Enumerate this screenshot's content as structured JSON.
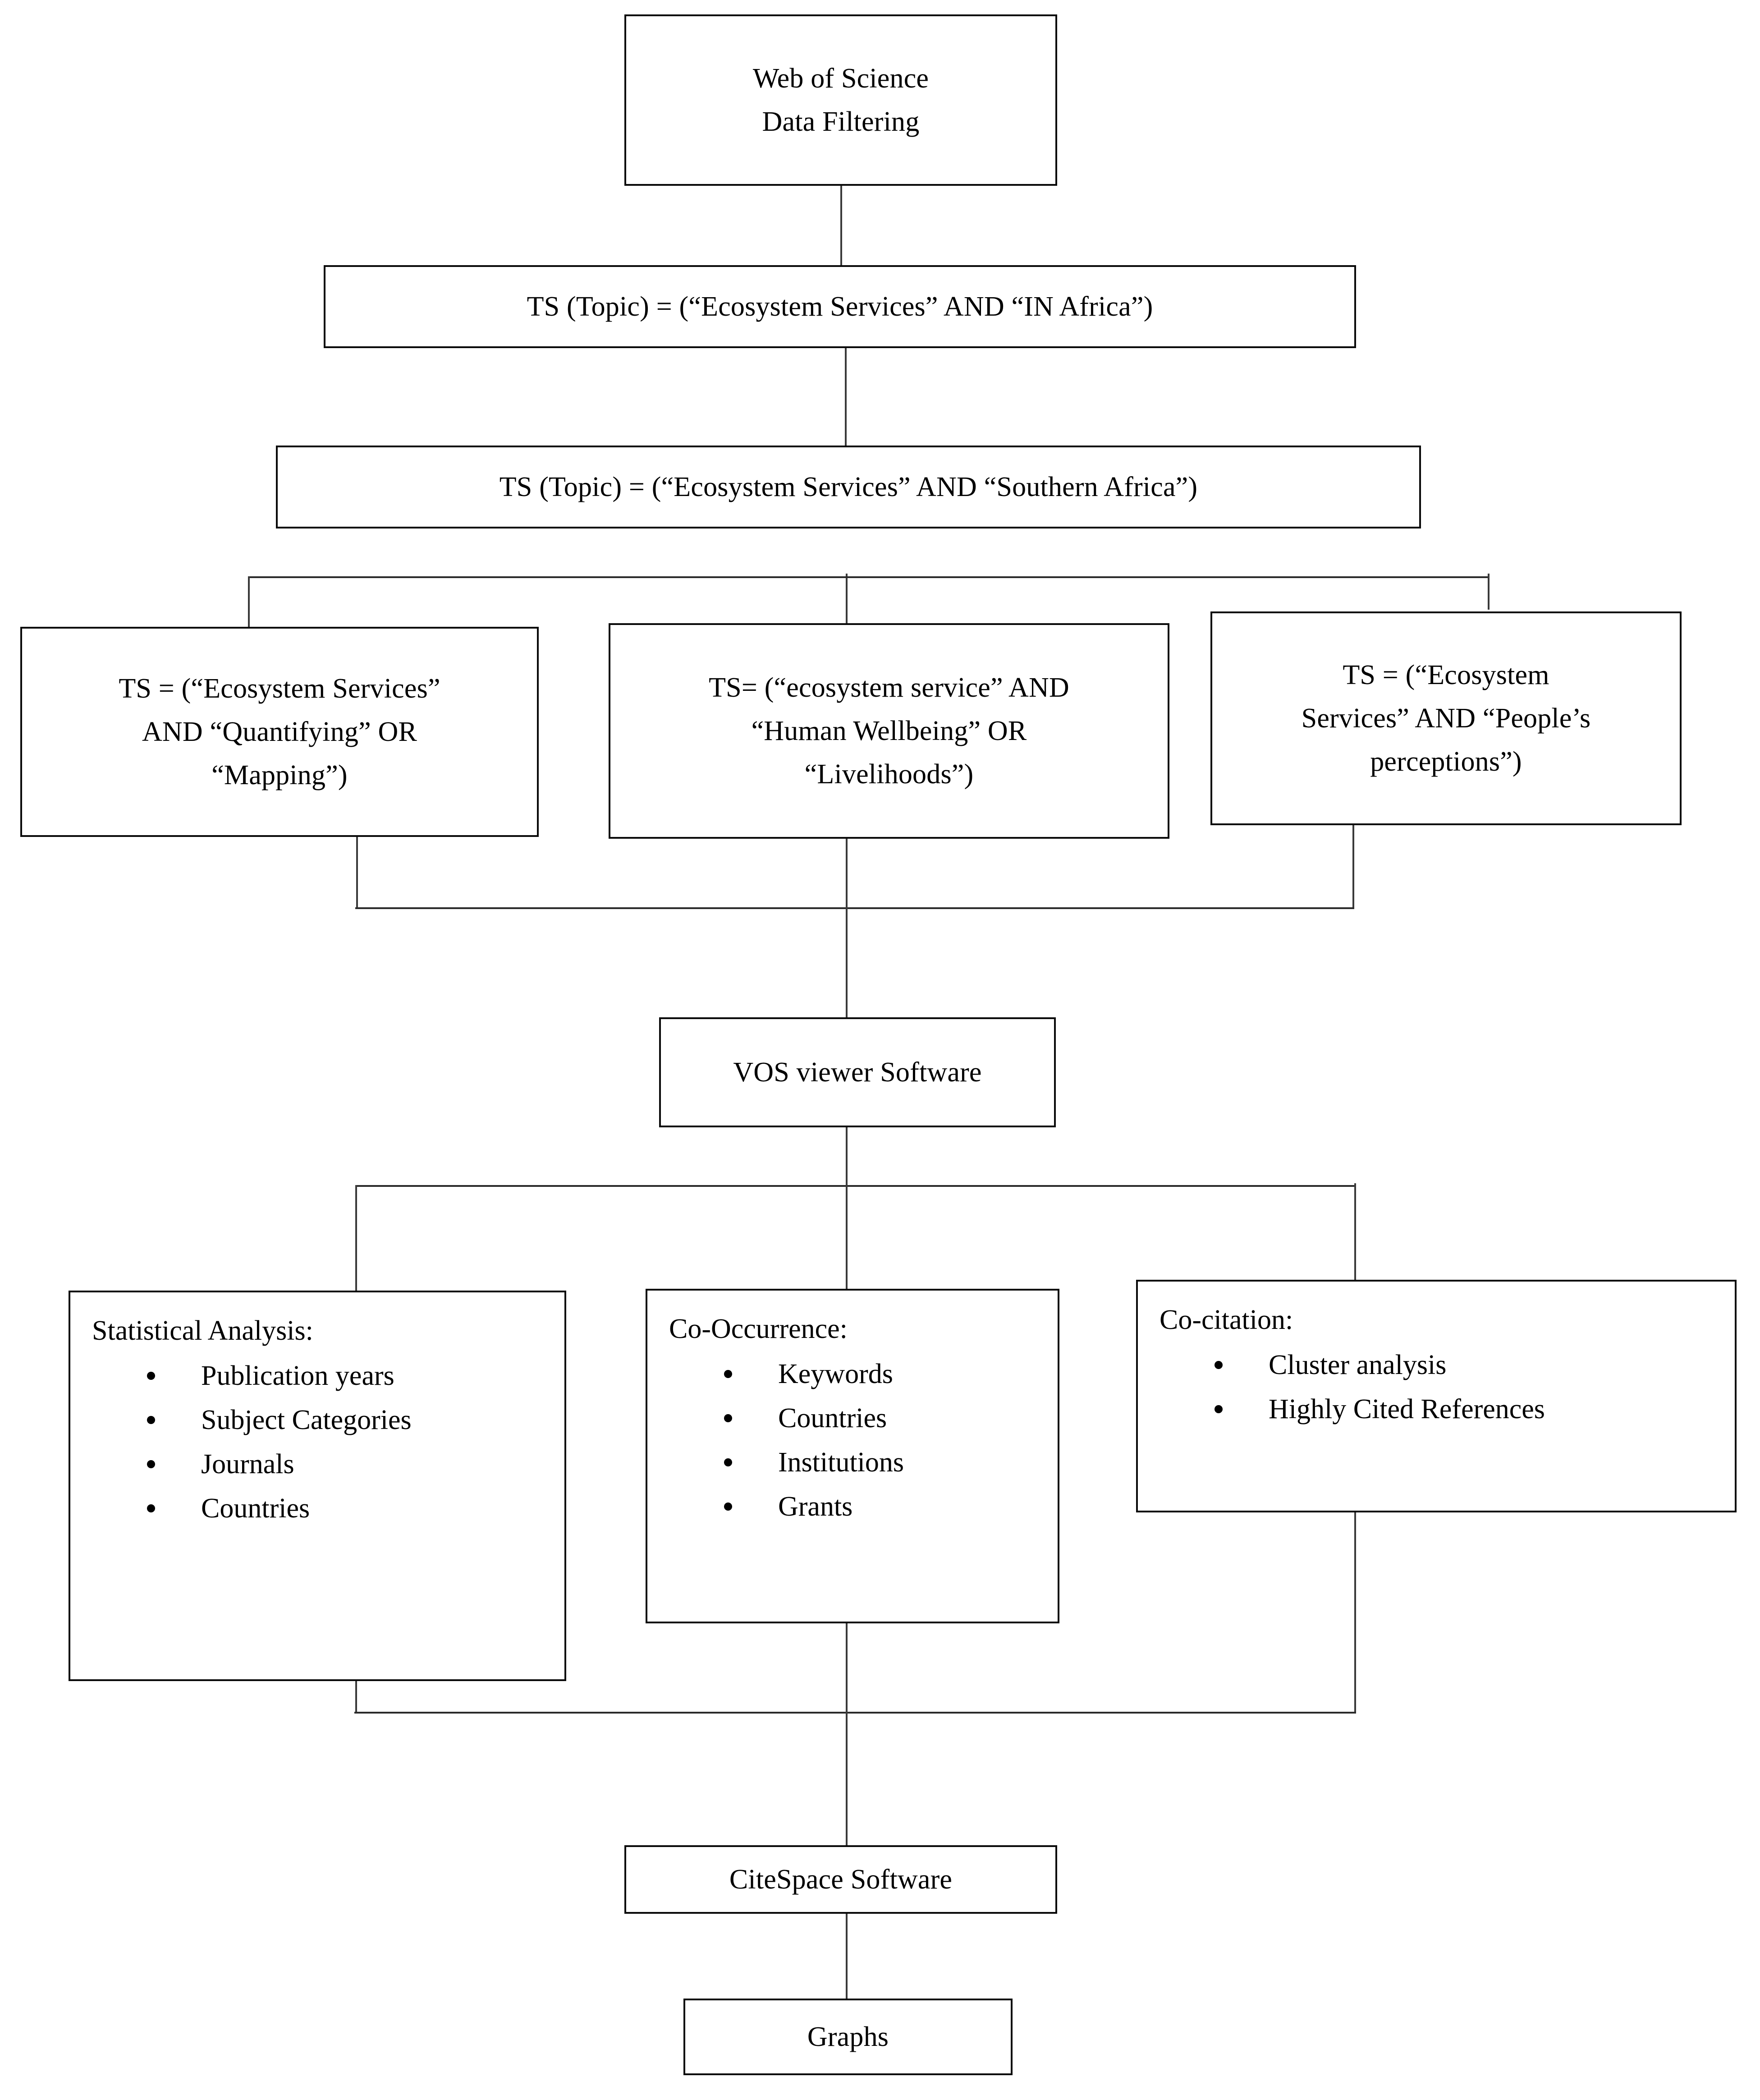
{
  "diagram": {
    "title": "Web of Science bibliometric data filtering and analysis workflow",
    "type": "flowchart",
    "orientation": "top-to-bottom",
    "nodes": {
      "source": {
        "id": "web-of-science",
        "lines": [
          "Web of Science",
          "Data Filtering"
        ]
      },
      "query_africa": {
        "id": "ts-in-africa",
        "lines": [
          "TS (Topic) = (“Ecosystem Services” AND “IN Africa”)"
        ]
      },
      "query_southern_africa": {
        "id": "ts-southern-africa",
        "lines": [
          "TS (Topic) = (“Ecosystem Services” AND  “Southern Africa”)"
        ]
      },
      "query_quantifying": {
        "id": "ts-quantifying-mapping",
        "lines": [
          "TS = (“Ecosystem Services”",
          "AND “Quantifying” OR",
          "“Mapping”)"
        ]
      },
      "query_wellbeing": {
        "id": "ts-human-wellbeing",
        "lines": [
          "TS= (“ecosystem service” AND",
          "“Human Wellbeing” OR",
          "“Livelihoods”)"
        ]
      },
      "query_perceptions": {
        "id": "ts-peoples-perceptions",
        "lines": [
          "TS = (“Ecosystem",
          "Services” AND “People’s",
          "perceptions”)"
        ]
      },
      "vosviewer": {
        "id": "vosviewer-software",
        "lines": [
          "VOS viewer Software"
        ]
      },
      "statistical_analysis": {
        "id": "statistical-analysis",
        "title": "Statistical Analysis:",
        "items": [
          "Publication years",
          "Subject Categories",
          "Journals",
          "Countries"
        ]
      },
      "co_occurrence": {
        "id": "co-occurrence",
        "title": "Co-Occurrence:",
        "items": [
          "Keywords",
          "Countries",
          "Institutions",
          "Grants"
        ]
      },
      "co_citation": {
        "id": "co-citation",
        "title": "Co-citation:",
        "items": [
          "Cluster analysis",
          "Highly Cited References"
        ]
      },
      "citespace": {
        "id": "citespace-software",
        "lines": [
          "CiteSpace Software"
        ]
      },
      "graphs": {
        "id": "graphs",
        "lines": [
          "Graphs"
        ]
      }
    },
    "colors": {
      "box_border": "#0a0a0a",
      "connector": "#2b2b2b",
      "background": "#ffffff",
      "text": "#000000"
    }
  }
}
